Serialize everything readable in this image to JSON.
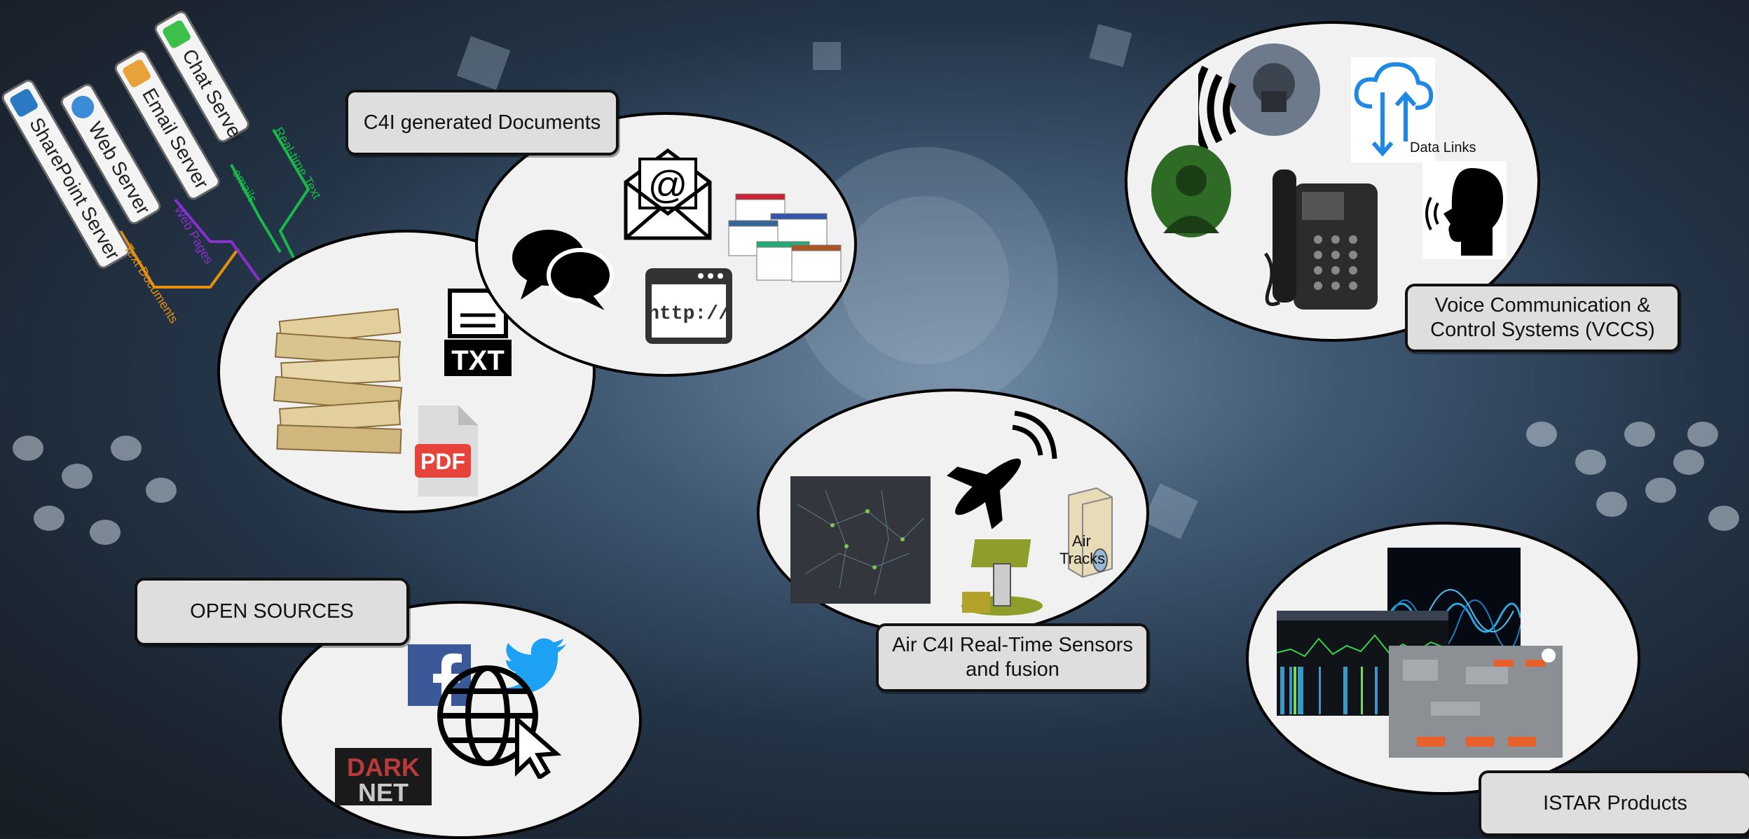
{
  "servers": [
    {
      "label": "SharePoint Server",
      "icon": "sharepoint-icon",
      "color": "#2b79c2"
    },
    {
      "label": "Web Server",
      "icon": "globe-icon",
      "color": "#3b8bd8"
    },
    {
      "label": "Email Server",
      "icon": "envelope-icon",
      "color": "#e8a23a"
    },
    {
      "label": "Chat Server",
      "icon": "chat-bubble-icon",
      "color": "#3cc04a"
    }
  ],
  "connections": [
    {
      "label": "Text Documents",
      "color": "#e8900e"
    },
    {
      "label": "Web Pages",
      "color": "#8a2fd0"
    },
    {
      "label": "emails",
      "color": "#18b84a"
    },
    {
      "label": "Real-time Text",
      "color": "#18b84a"
    }
  ],
  "labels": {
    "c4i_documents": "C4I generated Documents",
    "vccs_line1": "Voice Communication &",
    "vccs_line2": "Control Systems (VCCS)",
    "open_sources": "OPEN SOURCES",
    "air_c4i_line1": "Air C4I Real-Time Sensors",
    "air_c4i_line2": "and fusion",
    "istar": "ISTAR Products"
  },
  "icon_text": {
    "txt": "TXT",
    "pdf": "PDF",
    "http": "http://",
    "data_links": "Data Links",
    "air_tracks_1": "Air",
    "air_tracks_2": "Tracks",
    "dark": "DARK",
    "net": "NET"
  },
  "colors": {
    "pdf_red": "#e8433a",
    "facebook_blue": "#3b5998",
    "twitter_blue": "#1da1f2",
    "cloud_blue": "#1e88e5"
  }
}
